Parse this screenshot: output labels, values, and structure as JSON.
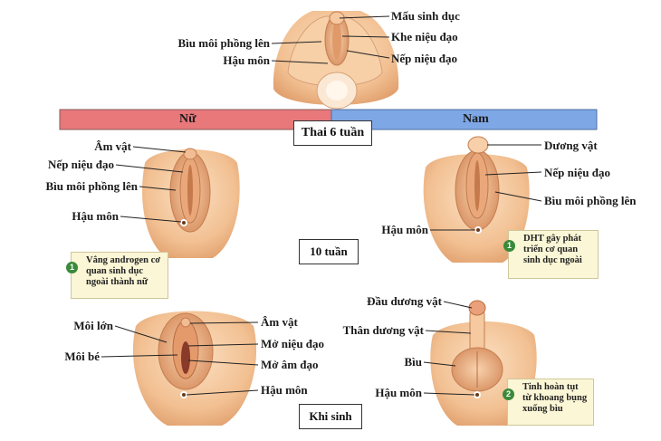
{
  "bar": {
    "female": "Nữ",
    "male": "Nam",
    "center": "Thai 6 tuần"
  },
  "stages": {
    "ten_weeks": "10 tuần",
    "birth": "Khi sinh"
  },
  "labels": {
    "top": [
      "Mấu sinh dục",
      "Khe niệu đạo",
      "Nếp niệu đạo",
      "Bìu môi phồng lên",
      "Hậu môn"
    ],
    "female10": [
      "Âm vật",
      "Nếp niệu đạo",
      "Bìu môi phồng lên",
      "Hậu môn"
    ],
    "male10": [
      "Dương vật",
      "Nếp niệu đạo",
      "Bìu môi phồng lên",
      "Hậu môn"
    ],
    "femaleBirth": [
      "Môi lớn",
      "Môi bé",
      "Âm vật",
      "Mở niệu đạo",
      "Mở âm đạo",
      "Hậu môn"
    ],
    "maleBirth": [
      "Đầu dương vật",
      "Thân dương vật",
      "Bìu",
      "Hậu môn"
    ]
  },
  "notes": [
    {
      "num": "1",
      "text": "Vắng androgen cơ quan sinh dục ngoài thành nữ"
    },
    {
      "num": "1",
      "text": "DHT gây phát triển cơ quan sinh dục ngoài"
    },
    {
      "num": "2",
      "text": "Tinh hoàn tụt từ khoang bụng xuống bìu"
    }
  ],
  "colors": {
    "female_band": "#e8787a",
    "male_band": "#7ea7e6",
    "skin": "#f4c89e",
    "skin_dark": "#d99a6c",
    "note_bg": "#fbf6d6"
  }
}
